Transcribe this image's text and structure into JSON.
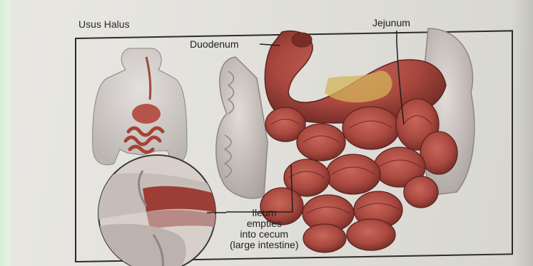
{
  "figure": {
    "title": "Usus Halus",
    "labels": {
      "duodenum": "Duodenum",
      "jejunum": "Jejunum",
      "ileum": [
        "Ileum",
        "empties",
        "into cecum",
        "(large intestine)"
      ]
    }
  },
  "colors": {
    "page": "#e6e5e0",
    "intestine": "#a8483f",
    "intestine_dark": "#6e2a25",
    "large_intestine": "#cfc7c3",
    "frame": "#2c2b29"
  }
}
